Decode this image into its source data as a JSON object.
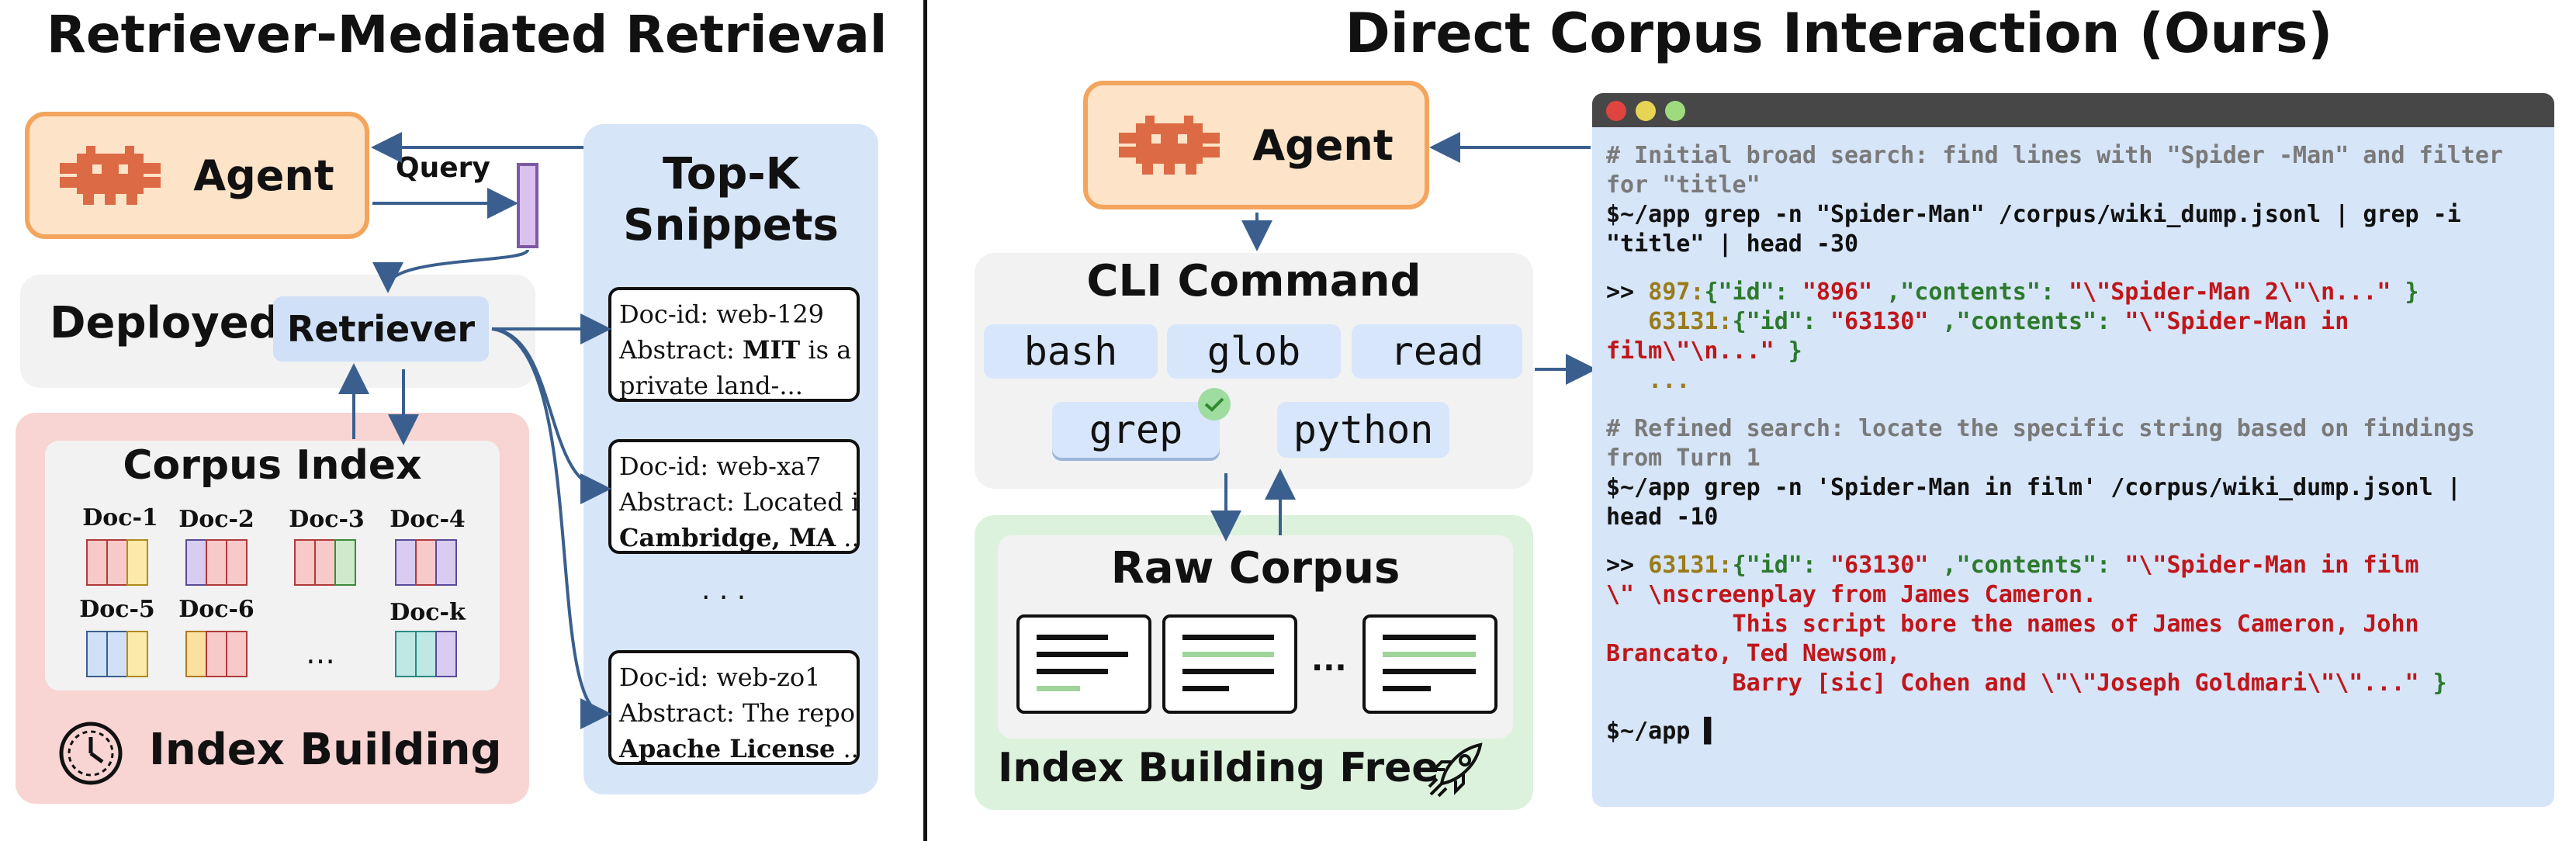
{
  "left": {
    "title": "Retriever-Mediated Retrieval",
    "agent_label": "Agent",
    "query_label": "Query",
    "deployed_label": "Deployed",
    "retriever_label": "Retriever",
    "corpus_index_title": "Corpus Index",
    "docs": [
      "Doc-1",
      "Doc-2",
      "Doc-3",
      "Doc-4",
      "Doc-5",
      "Doc-6",
      "Doc-k"
    ],
    "doc_ellipsis": "…",
    "index_building_label": "Index Building",
    "topk_title_line1": "Top-K",
    "topk_title_line2": "Snippets",
    "snippets": [
      {
        "id": "Doc-id: web-129",
        "abs_prefix": "Abstract: ",
        "abs_bold": "MIT",
        "abs_rest": " is a",
        "line3": "private land-...",
        "line3_bold": false
      },
      {
        "id": "Doc-id: web-xa7",
        "abs_prefix": "Abstract: ",
        "abs_bold": "",
        "abs_rest": "Located in",
        "line3": "Cambridge, MA",
        "line3_tail": " ...",
        "line3_bold": true
      },
      {
        "id": "Doc-id: web-zo1",
        "abs_prefix": "Abstract: ",
        "abs_bold": "",
        "abs_rest": "The repo's",
        "line3": "Apache License",
        "line3_tail": " ...",
        "line3_bold": true
      }
    ],
    "snippet_ellipsis": "· · ·"
  },
  "right": {
    "title": "Direct Corpus Interaction (Ours)",
    "agent_label": "Agent",
    "cli_title": "CLI Command",
    "commands": [
      "bash",
      "glob",
      "read",
      "grep",
      "python"
    ],
    "raw_corpus_title": "Raw Corpus",
    "corpus_ellipsis": "...",
    "index_free_label": "Index Building Free"
  },
  "terminal": {
    "lines": [
      [
        {
          "c": "t-comment",
          "t": "# Initial broad search: find lines with \"Spider -Man\" and filter"
        }
      ],
      [
        {
          "c": "t-comment",
          "t": "for \"title\""
        }
      ],
      [
        {
          "c": "t-cmd",
          "t": "$~/app grep -n \"Spider-Man\" /corpus/wiki_dump.jsonl | grep -i"
        }
      ],
      [
        {
          "c": "t-cmd",
          "t": "\"title\" | head -30"
        }
      ],
      [],
      [
        {
          "c": "t-cmd",
          "t": ">> "
        },
        {
          "c": "t-num",
          "t": "897:"
        },
        {
          "c": "t-key",
          "t": "{\"id\": "
        },
        {
          "c": "t-str",
          "t": "\"896\""
        },
        {
          "c": "t-key",
          "t": " ,\"contents\": "
        },
        {
          "c": "t-str",
          "t": "\"\\\"Spider-Man 2\\\"\\n...\""
        },
        {
          "c": "t-key",
          "t": " }"
        }
      ],
      [
        {
          "c": "t-num",
          "t": "   63131:"
        },
        {
          "c": "t-key",
          "t": "{\"id\": "
        },
        {
          "c": "t-str",
          "t": "\"63130\""
        },
        {
          "c": "t-key",
          "t": " ,\"contents\": "
        },
        {
          "c": "t-str",
          "t": "\"\\\"Spider-Man in"
        }
      ],
      [
        {
          "c": "t-str",
          "t": "film\\\"\\n...\""
        },
        {
          "c": "t-key",
          "t": " }"
        }
      ],
      [
        {
          "c": "t-num",
          "t": "   ..."
        }
      ],
      [],
      [
        {
          "c": "t-comment",
          "t": "# Refined search: locate the specific string based on findings"
        }
      ],
      [
        {
          "c": "t-comment",
          "t": "from Turn 1"
        }
      ],
      [
        {
          "c": "t-cmd",
          "t": "$~/app grep -n 'Spider-Man in film' /corpus/wiki_dump.jsonl |"
        }
      ],
      [
        {
          "c": "t-cmd",
          "t": "head -10"
        }
      ],
      [],
      [
        {
          "c": "t-cmd",
          "t": ">> "
        },
        {
          "c": "t-num",
          "t": "63131:"
        },
        {
          "c": "t-key",
          "t": "{\"id\": "
        },
        {
          "c": "t-str",
          "t": "\"63130\""
        },
        {
          "c": "t-key",
          "t": " ,\"contents\": "
        },
        {
          "c": "t-str",
          "t": "\"\\\"Spider-Man in film"
        }
      ],
      [
        {
          "c": "t-str",
          "t": "\\\" \\nscreenplay from James Cameron."
        }
      ],
      [
        {
          "c": "t-str",
          "t": "         This script bore the names of James Cameron, John"
        }
      ],
      [
        {
          "c": "t-str",
          "t": "Brancato, Ted Newsom,"
        }
      ],
      [
        {
          "c": "t-str",
          "t": "         Barry [sic] Cohen and \\\"\\\"Joseph Goldmari\\\"\\\"...\""
        },
        {
          "c": "t-key",
          "t": " }"
        }
      ],
      [],
      [
        {
          "c": "t-cmd",
          "t": "$~/app ▌"
        }
      ]
    ]
  },
  "colors": {
    "agent_fill": "#fde3c7",
    "agent_border": "#f3a55d",
    "robot": "#dc6a45",
    "index_panel": "#f8d4d2",
    "topk_panel": "#d6e5f8",
    "raw_panel": "#dcf2dc",
    "terminal_bar": "#474747",
    "arrow": "#3a5f8e"
  }
}
